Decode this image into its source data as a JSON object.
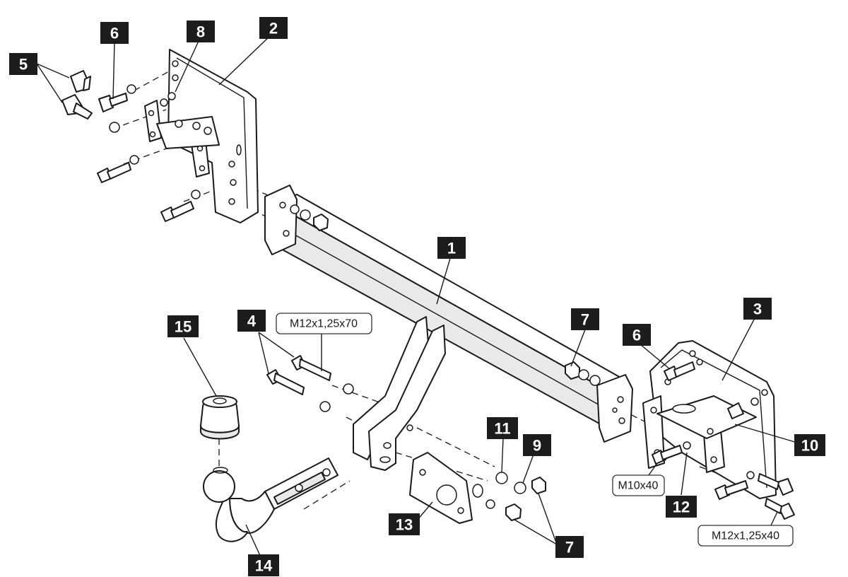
{
  "labels": {
    "tow_bar": "1",
    "left_bracket": "2",
    "right_bracket": "3",
    "bolt_set_4": "4",
    "bolt_set_5": "5",
    "bolt_6_left": "6",
    "bolt_6_right": "6",
    "nut_7_top": "7",
    "nut_7_bottom": "7",
    "part_8": "8",
    "part_9": "9",
    "part_10": "10",
    "part_11": "11",
    "part_12": "12",
    "socket_plate": "13",
    "ball_neck": "14",
    "ball_cap": "15"
  },
  "specs": {
    "bolt_m12x70": "M12x1,25x70",
    "bolt_m10x40": "M10x40",
    "bolt_m12x40": "M12x1,25x40"
  }
}
